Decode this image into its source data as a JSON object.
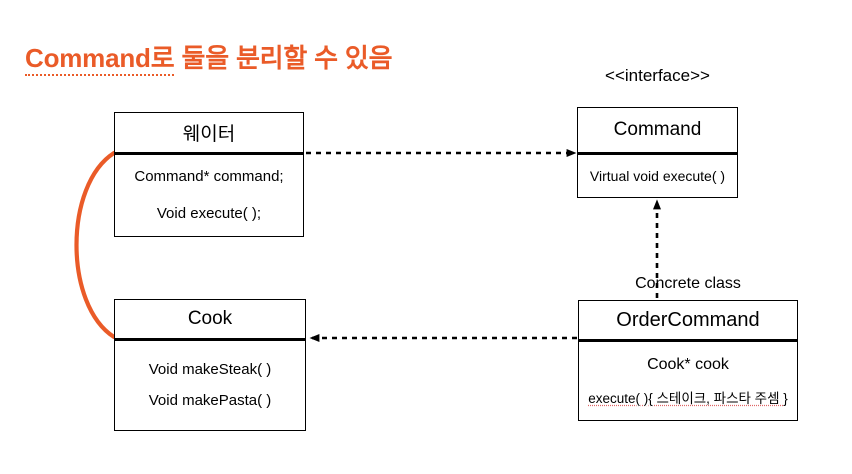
{
  "title": {
    "underlined_part": "Command로",
    "rest": " 둘을 분리할 수 있음",
    "color": "#ea5b28"
  },
  "diagram": {
    "type": "uml-class-diagram",
    "boxes": [
      {
        "id": "waiter",
        "name": "웨이터",
        "members": [
          "Command* command;",
          "Void execute( );"
        ]
      },
      {
        "id": "command",
        "name": "Command",
        "stereotype": "<<interface>>",
        "members": [
          "Virtual void execute( )"
        ]
      },
      {
        "id": "cook",
        "name": "Cook",
        "members": [
          "Void makeSteak( )",
          "Void makePasta( )"
        ]
      },
      {
        "id": "ordercommand",
        "name": "OrderCommand",
        "annotation": "Concrete class",
        "members": [
          "Cook* cook",
          "execute( ){  스테이크, 파스타 주셈 }"
        ],
        "member_exec_code": "execute( ){ ",
        "member_exec_kr": " 스테이크, 파스타 주셈 ",
        "member_exec_tail": "}"
      }
    ],
    "connectors": [
      {
        "id": "waiter-to-command",
        "from": "waiter",
        "to": "command",
        "style": "dashed",
        "arrow": "filled-triangle"
      },
      {
        "id": "ordercommand-to-command",
        "from": "ordercommand",
        "to": "command",
        "style": "dashed",
        "arrow": "filled-triangle"
      },
      {
        "id": "ordercommand-to-cook",
        "from": "ordercommand",
        "to": "cook",
        "style": "dashed",
        "arrow": "filled-triangle"
      },
      {
        "id": "waiter-to-cook-arc",
        "from": "waiter",
        "to": "cook",
        "style": "solid-arc",
        "color": "#ea5b28"
      }
    ]
  }
}
